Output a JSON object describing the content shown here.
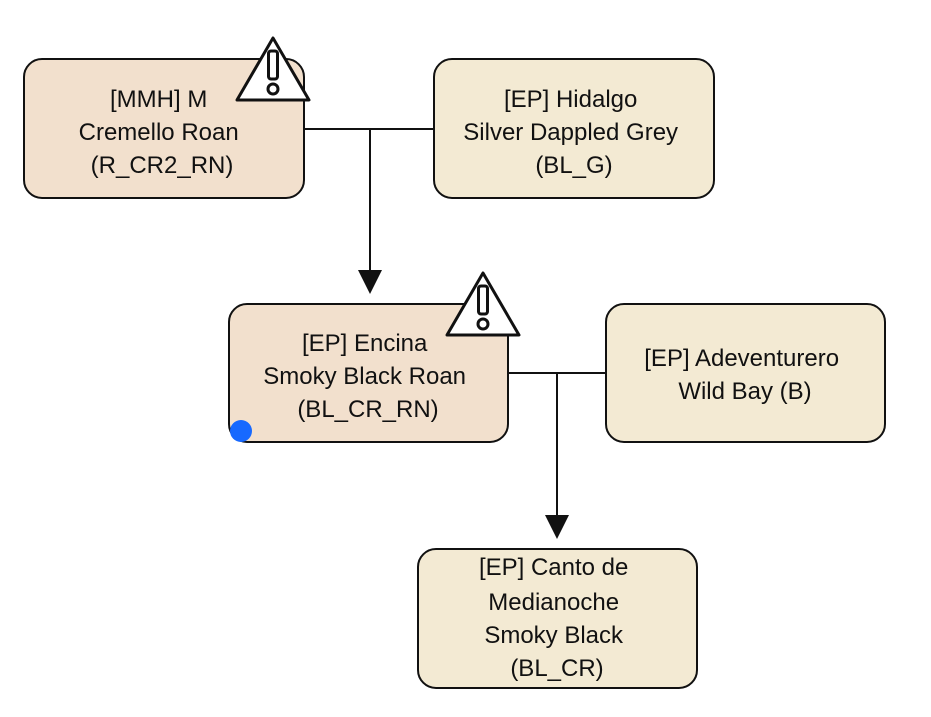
{
  "colors": {
    "warning_node_fill": "#f2e0cd",
    "normal_node_fill": "#f3ead3",
    "stroke": "#111111",
    "selection_dot": "#1769ff",
    "background": "#ffffff"
  },
  "nodes": {
    "mmh_m": {
      "lines": [
        "[MMH] M",
        "Cremello Roan",
        "(R_CR2_RN)"
      ],
      "warning": true
    },
    "hidalgo": {
      "lines": [
        "[EP] Hidalgo",
        "Silver Dappled Grey",
        "(BL_G)"
      ],
      "warning": false
    },
    "encina": {
      "lines": [
        "[EP] Encina",
        "Smoky Black Roan",
        "(BL_CR_RN)"
      ],
      "warning": true,
      "selected": true
    },
    "adeventurero": {
      "lines": [
        "[EP] Adeventurero",
        "Wild Bay (B)"
      ],
      "warning": false
    },
    "canto": {
      "lines": [
        "[EP] Canto de",
        "Medianoche",
        "Smoky Black",
        "(BL_CR)"
      ],
      "warning": false
    }
  },
  "icons": {
    "warning": "warning-triangle-icon",
    "selection": "selection-handle-dot"
  }
}
